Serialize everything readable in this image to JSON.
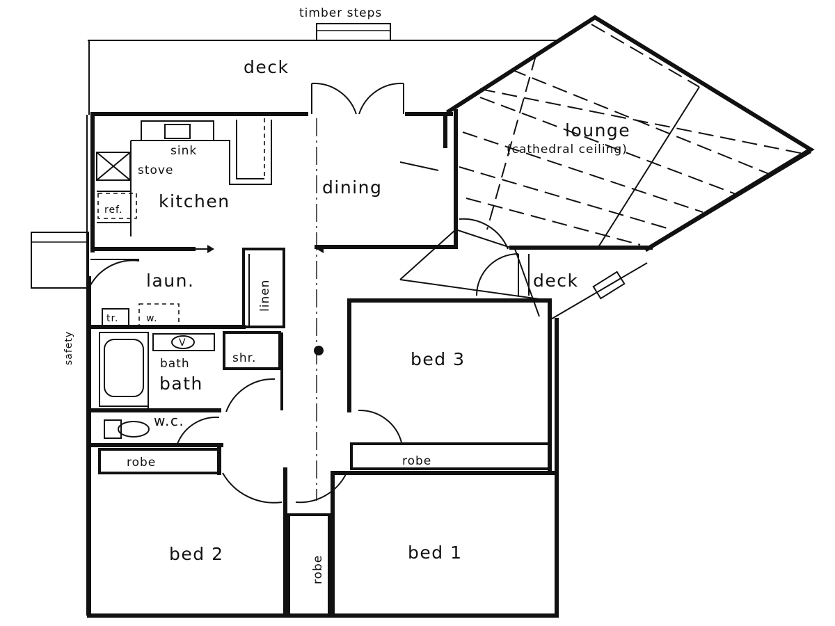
{
  "plan": {
    "labels": {
      "timber_steps": "timber steps",
      "deck_top": "deck",
      "lounge": "lounge",
      "lounge_note": "(cathedral ceiling)",
      "sink": "sink",
      "stove": "stove",
      "kitchen": "kitchen",
      "ref": "ref.",
      "dining": "dining",
      "laun": "laun.",
      "linen": "linen",
      "deck_side": "deck",
      "tr": "tr.",
      "w": "w.",
      "safety": "safety",
      "vanity": "V",
      "bath_small": "bath",
      "bath": "bath",
      "shr": "shr.",
      "bed3": "bed 3",
      "wc": "w.c.",
      "robe_bed2": "robe",
      "robe_bed3": "robe",
      "robe_hall": "robe",
      "bed2": "bed 2",
      "bed1": "bed 1"
    }
  }
}
